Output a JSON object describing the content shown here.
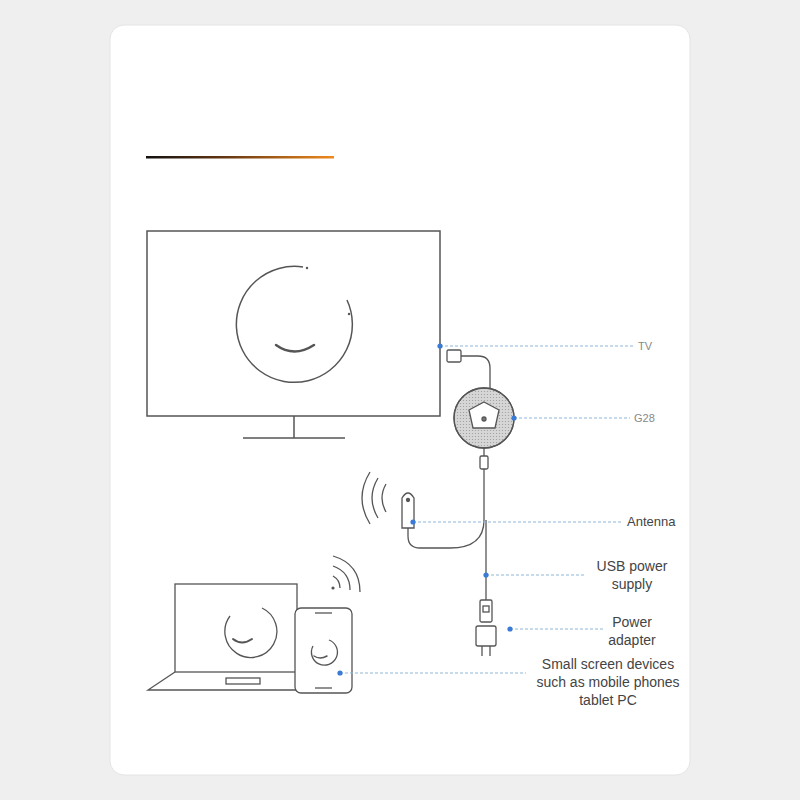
{
  "diagram": {
    "labels": [
      "TV",
      "G28",
      "Antenna",
      "USB power supply",
      "Power adapter",
      "Small screen devices such as mobile phones tablet PC"
    ]
  }
}
